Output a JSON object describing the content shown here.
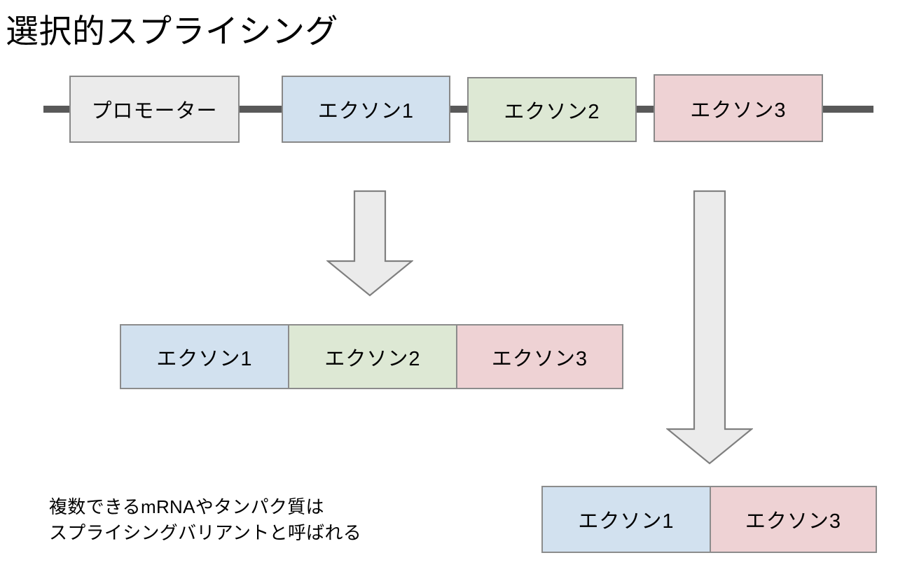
{
  "slide": {
    "title": "選択的スプライシング",
    "background_color": "#ffffff"
  },
  "colors": {
    "promoter_fill": "#ebebeb",
    "exon1_fill": "#d2e1ef",
    "exon2_fill": "#dde8d4",
    "exon3_fill": "#eed2d4",
    "box_stroke": "#888888",
    "backbone": "#595959",
    "arrow_fill": "#ebebeb",
    "arrow_stroke": "#7f7f7f",
    "text": "#000000"
  },
  "gene": {
    "features": [
      {
        "label": "プロモーター",
        "fill": "promoter_fill"
      },
      {
        "label": "エクソン1",
        "fill": "exon1_fill"
      },
      {
        "label": "エクソン2",
        "fill": "exon2_fill"
      },
      {
        "label": "エクソン3",
        "fill": "exon3_fill"
      }
    ]
  },
  "transcript_full": {
    "segments": [
      {
        "label": "エクソン1",
        "fill": "exon1_fill"
      },
      {
        "label": "エクソン2",
        "fill": "exon2_fill"
      },
      {
        "label": "エクソン3",
        "fill": "exon3_fill"
      }
    ]
  },
  "transcript_skipped": {
    "segments": [
      {
        "label": "エクソン1",
        "fill": "exon1_fill"
      },
      {
        "label": "エクソン3",
        "fill": "exon3_fill"
      }
    ]
  },
  "arrows": [
    {
      "name": "down-arrow-left",
      "direction": "down"
    },
    {
      "name": "down-arrow-right",
      "direction": "down"
    }
  ],
  "caption": {
    "line1": "複数できるmRNAやタンパク質は",
    "line2": "スプライシングバリアントと呼ばれる"
  }
}
